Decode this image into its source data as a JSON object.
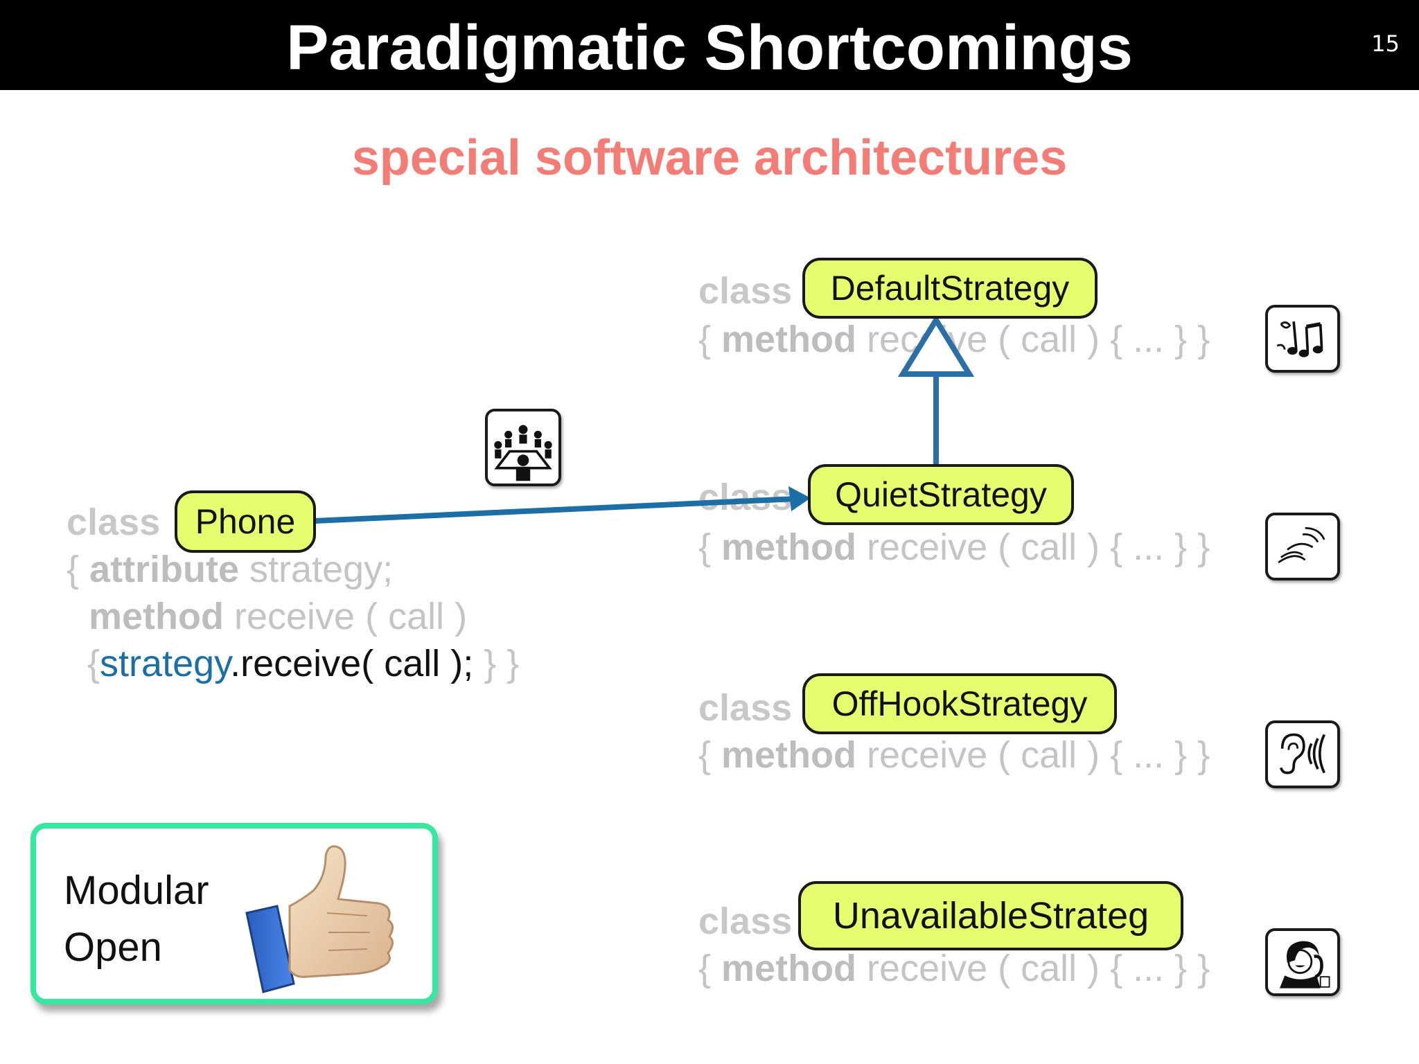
{
  "header": {
    "title": "Paradigmatic Shortcomings",
    "slide_number": "15"
  },
  "subtitle": "special software architectures",
  "phone": {
    "keyword": "class",
    "name": "Phone",
    "line1": {
      "open": "{ ",
      "kw": "attribute",
      "rest": " strategy;"
    },
    "line2": {
      "kw": "method",
      "rest": " receive ( call )"
    },
    "line3": {
      "open": "{",
      "obj": "strategy",
      "call": ".receive( call );",
      "close": " } }"
    }
  },
  "strategies": [
    {
      "name": "DefaultStrategy",
      "keyword": "class",
      "open": "{ ",
      "kw": "method",
      "rest": " receive ( call ) { ... } }",
      "icon": "music-notes-icon"
    },
    {
      "name": "QuietStrategy",
      "keyword": "class",
      "open": "{ ",
      "kw": "method",
      "rest": " receive ( call ) { ... } }",
      "icon": "vibration-icon"
    },
    {
      "name": "OffHookStrategy",
      "keyword": "class",
      "open": "{ ",
      "kw": "method",
      "rest": " receive ( call ) { ... } }",
      "icon": "ear-sound-icon"
    },
    {
      "name": "UnavailableStrateg",
      "keyword": "class",
      "open": "{ ",
      "kw": "method",
      "rest": " receive ( call ) { ... } }",
      "icon": "woman-on-phone-icon"
    }
  ],
  "delegation_icon": "meeting-icon",
  "callout": {
    "line1": "Modular",
    "line2": "Open",
    "icon": "thumbs-up-icon"
  },
  "colors": {
    "title_bar": "#000000",
    "subtitle": "#f47c74",
    "pill": "#e6fd6e",
    "arrow": "#1b6fa8",
    "callout_border": "#35e8a0"
  }
}
